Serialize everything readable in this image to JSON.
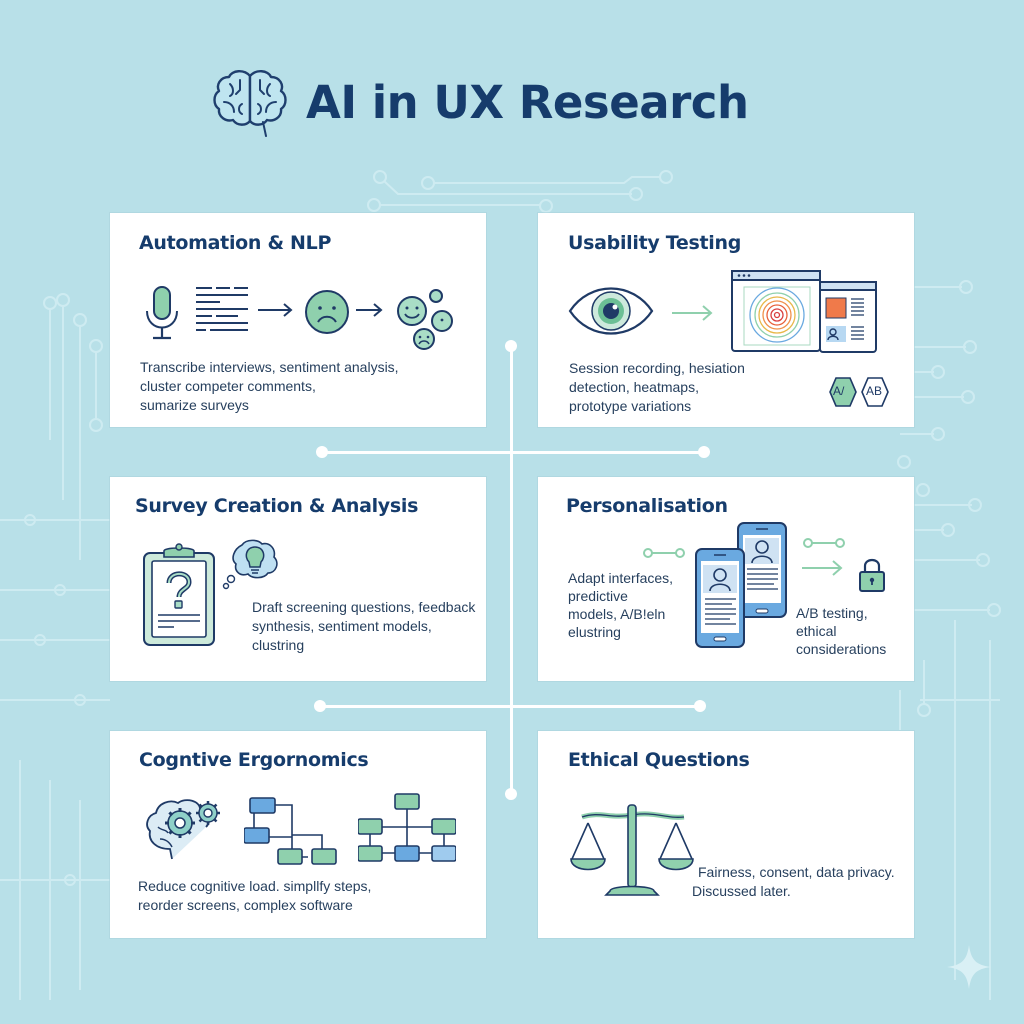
{
  "header": {
    "title": "AI in UX Research",
    "icon": "brain-icon"
  },
  "colors": {
    "background": "#b8e0e8",
    "card": "#ffffff",
    "title_text": "#163c6c",
    "accent_green": "#8fd0ad",
    "accent_blue": "#6aa9e0",
    "stroke_navy": "#1f3a66"
  },
  "cards": [
    {
      "title": "Automation & NLP",
      "icons": [
        "microphone-icon",
        "transcript-lines-icon",
        "arrow-right-icon",
        "sad-face-icon",
        "arrow-right-icon",
        "sentiment-cluster-icon"
      ],
      "description": [
        "Transcribe interviews, sentiment analysis,",
        "cluster competer comments,",
        "sumarize surveys"
      ]
    },
    {
      "title": "Usability Testing",
      "icons": [
        "eye-icon",
        "arrow-right-icon",
        "heatmap-window-icon",
        "ab-test-badge-icon"
      ],
      "description": [
        "Session recording, hesiation",
        "detection, heatmaps,",
        "prototype variations"
      ],
      "badges": [
        "A/",
        "AB"
      ]
    },
    {
      "title": "Survey Creation & Analysis",
      "icons": [
        "clipboard-question-icon",
        "lightbulb-thought-icon"
      ],
      "description": [
        "Draft screening questions, feedback",
        "synthesis, sentiment models,",
        "clustring"
      ]
    },
    {
      "title": "Personalisation",
      "icons": [
        "node-link-icon",
        "phones-profile-icon",
        "arrow-right-icon",
        "lock-icon"
      ],
      "description_left": [
        "Adapt interfaces,",
        "predictive",
        "models, A/B!eln",
        "elustring"
      ],
      "description_right": [
        "A/B testing,",
        "ethical",
        "considerations"
      ]
    },
    {
      "title": "Cogntive Ergornomics",
      "icons": [
        "brain-gears-icon",
        "flowchart-icon",
        "hierarchy-icon"
      ],
      "description": [
        "Reduce cognitive load. simpllfy steps,",
        "reorder screens, complex software"
      ]
    },
    {
      "title": "Ethical Questions",
      "icons": [
        "scales-of-justice-icon"
      ],
      "description": [
        "Fairness, consent, data privacy.",
        "Discussed later."
      ]
    }
  ]
}
